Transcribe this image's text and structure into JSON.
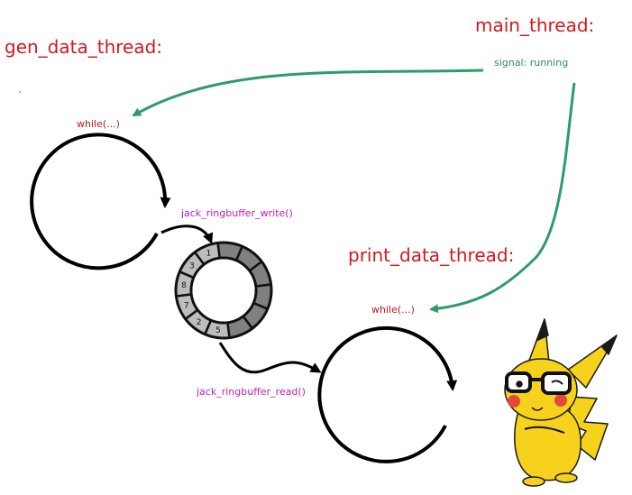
{
  "threads": {
    "gen": "gen_data_thread:",
    "main": "main_thread:",
    "print": "print_data_thread:"
  },
  "signal": "signal: running",
  "gen_loop": "while(...)",
  "print_loop": "while(...)",
  "write_fn": "jack_ringbuffer_write()",
  "read_fn": "jack_ringbuffer_read()",
  "ring_numbers": [
    "1",
    "3",
    "8",
    "7",
    "2",
    "5"
  ],
  "colors": {
    "thread": "#d4191c",
    "signal": "#2e8c5a",
    "function": "#c21cb8",
    "loop": "#c01818"
  }
}
